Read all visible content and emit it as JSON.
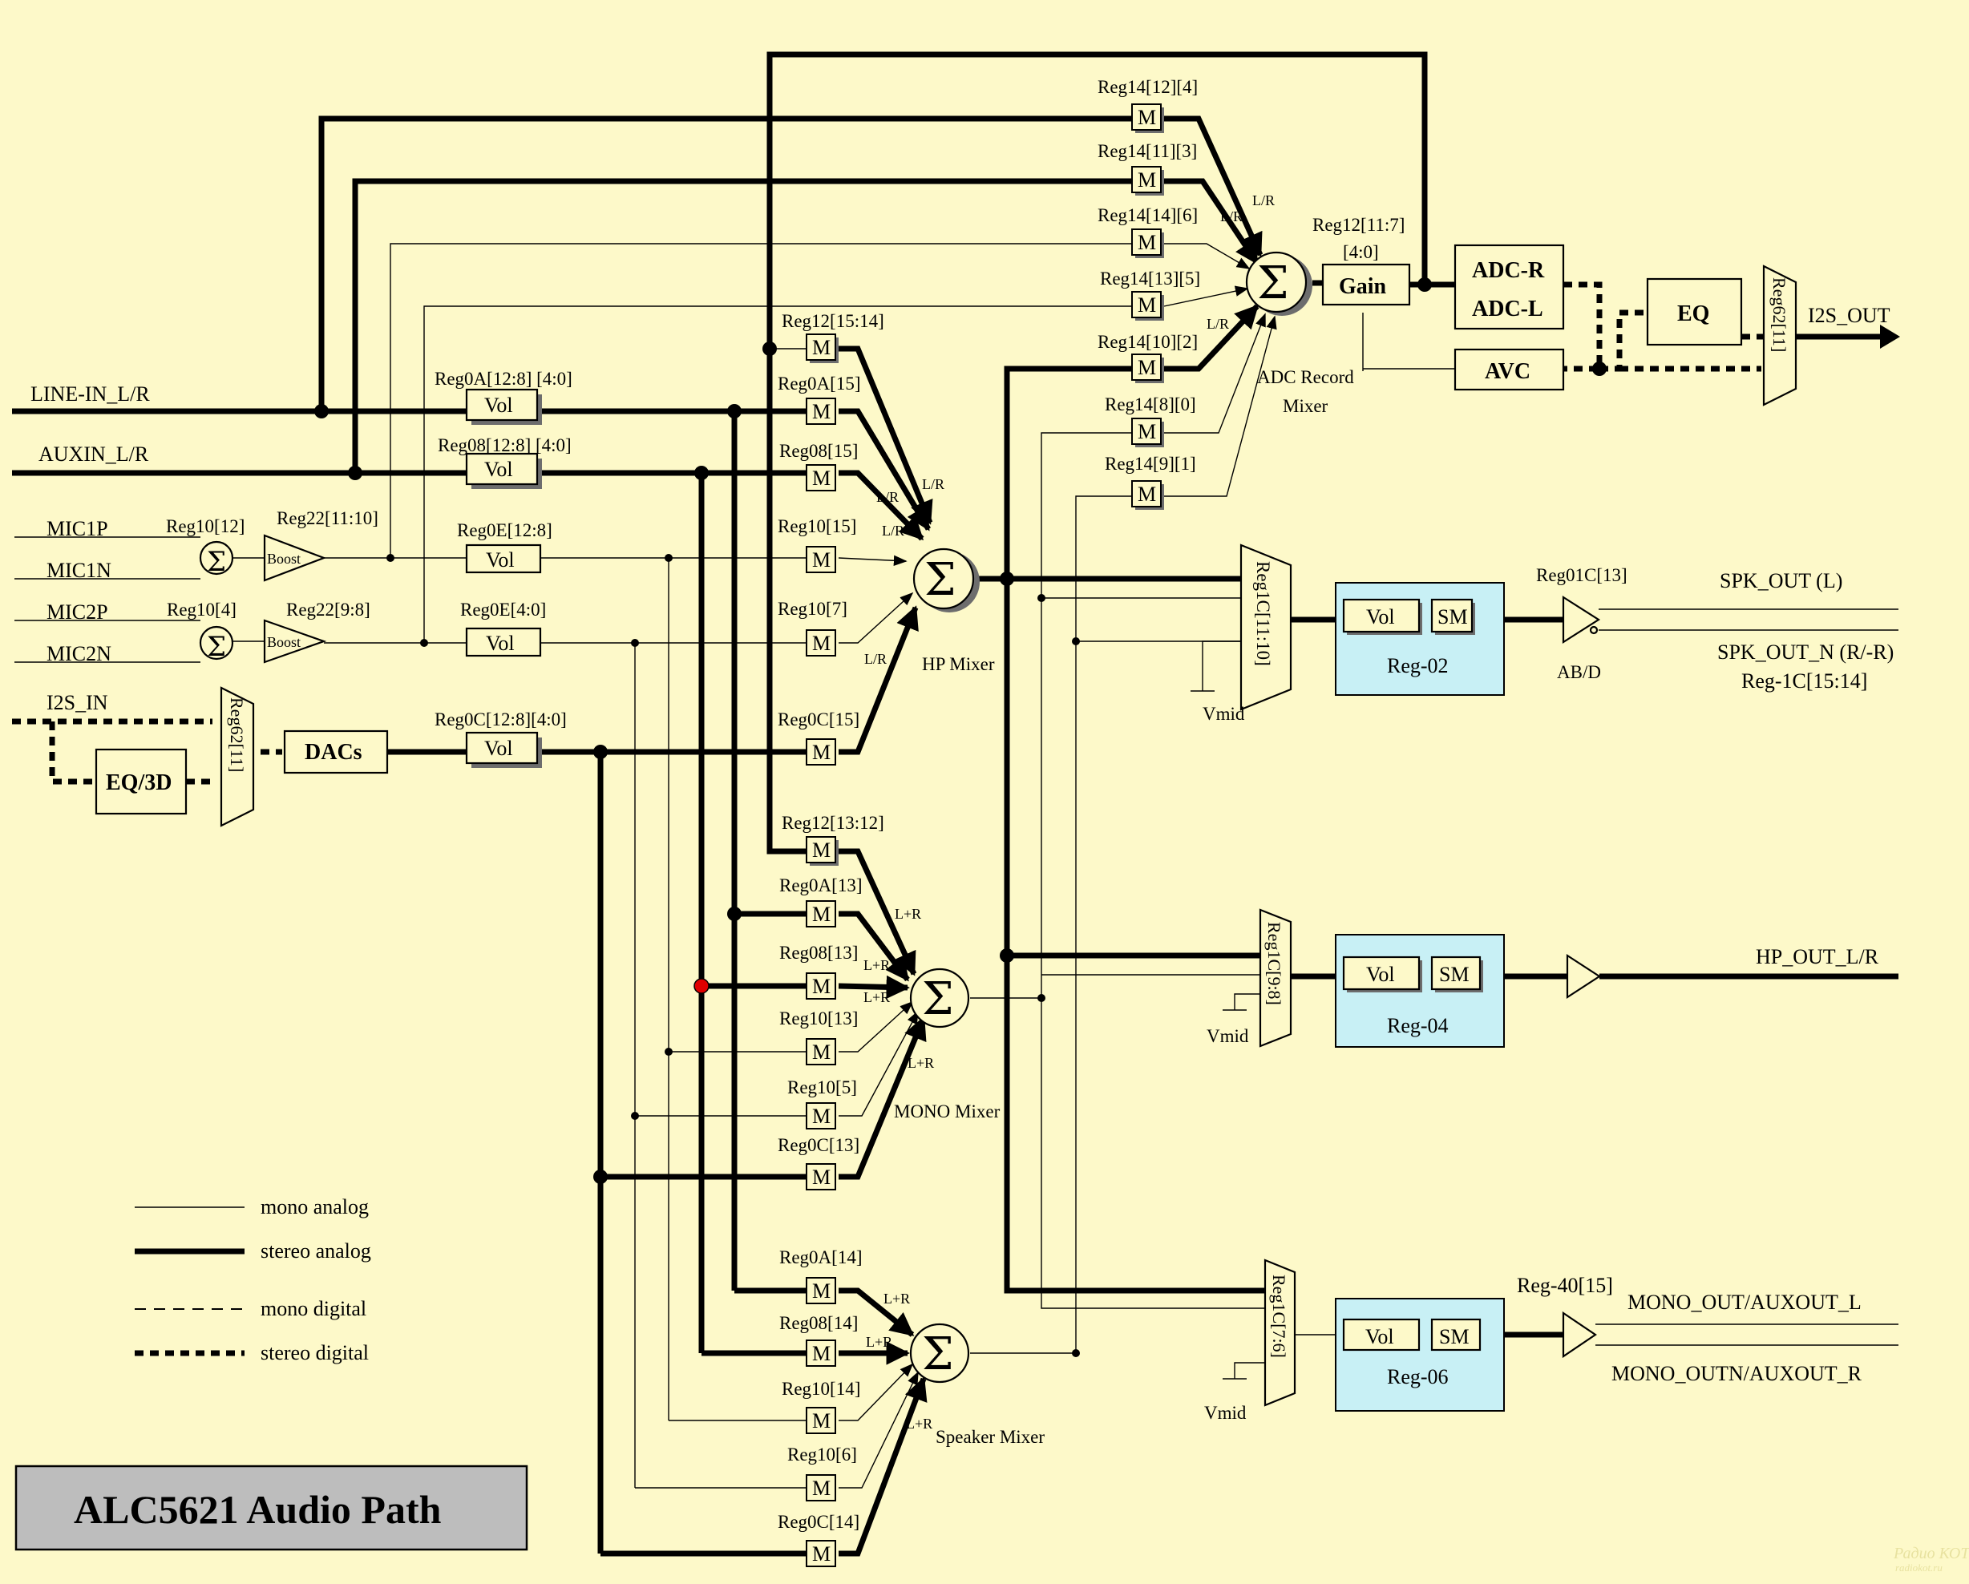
{
  "title": "ALC5621 Audio Path",
  "inputs": {
    "line_in": "LINE-IN_L/R",
    "auxin": "AUXIN_L/R",
    "mic1p": "MIC1P",
    "mic1n": "MIC1N",
    "mic2p": "MIC2P",
    "mic2n": "MIC2N",
    "i2s_in": "I2S_IN"
  },
  "outputs": {
    "i2s_out": "I2S_OUT",
    "spk_out": "SPK_OUT (L)",
    "spk_out_n": "SPK_OUT_N (R/-R)",
    "spk_out_n_reg": "Reg-1C[15:14]",
    "hp_out": "HP_OUT_L/R",
    "mono_out": "MONO_OUT/AUXOUT_L",
    "mono_outn": "MONO_OUTN/AUXOUT_R"
  },
  "blocks": {
    "vol": "Vol",
    "boost": "Boost",
    "mute": "M",
    "sum": "Σ",
    "dacs": "DACs",
    "eq3d": "EQ/3D",
    "eq": "EQ",
    "gain": "Gain",
    "adc_r": "ADC-R",
    "adc_l": "ADC-L",
    "avc": "AVC",
    "sm": "SM",
    "ab_d": "AB/D",
    "vmid": "Vmid",
    "reg62_in": "Reg62[11]",
    "reg62_out": "Reg62[11]",
    "reg1c_spk": "Reg1C[11:10]",
    "reg1c_hp": "Reg1C[9:8]",
    "reg1c_mono": "Reg1C[7:6]",
    "reg02": "Reg-02",
    "reg04": "Reg-04",
    "reg06": "Reg-06",
    "reg01c": "Reg01C[13]",
    "reg40": "Reg-40[15]"
  },
  "mixers": {
    "adc": [
      "ADC Record",
      "Mixer"
    ],
    "hp": "HP Mixer",
    "mono": "MONO Mixer",
    "speaker": "Speaker Mixer"
  },
  "registers": {
    "line_in_vol": "Reg0A[12:8] [4:0]",
    "auxin_vol": "Reg08[12:8] [4:0]",
    "mic1_boost": "Reg10[12]",
    "mic1_boost_gain": "Reg22[11:10]",
    "mic2_boost": "Reg10[4]",
    "mic2_boost_gain": "Reg22[9:8]",
    "mic1_vol": "Reg0E[12:8]",
    "mic2_vol": "Reg0E[4:0]",
    "dac_vol": "Reg0C[12:8][4:0]",
    "gain": "Reg12[11:7]",
    "gain_sub": "[4:0]",
    "adc_mutes": [
      "Reg14[12][4]",
      "Reg14[11][3]",
      "Reg14[14][6]",
      "Reg14[13][5]",
      "Reg14[10][2]",
      "Reg14[8][0]",
      "Reg14[9][1]"
    ],
    "hp_mutes": [
      "Reg12[15:14]",
      "Reg0A[15]",
      "Reg08[15]",
      "Reg10[15]",
      "Reg10[7]",
      "Reg0C[15]"
    ],
    "mono_mutes": [
      "Reg12[13:12]",
      "Reg0A[13]",
      "Reg08[13]",
      "Reg10[13]",
      "Reg10[5]",
      "Reg0C[13]"
    ],
    "spk_mutes": [
      "Reg0A[14]",
      "Reg08[14]",
      "Reg10[14]",
      "Reg10[6]",
      "Reg0C[14]"
    ]
  },
  "channel_tags": {
    "lr": "L/R",
    "lpr": "L+R"
  },
  "legend": {
    "mono_analog": "mono analog",
    "stereo_analog": "stereo analog",
    "mono_digital": "mono digital",
    "stereo_digital": "stereo digital"
  },
  "watermark": [
    "Радио КОТ",
    "radiokot.ru"
  ],
  "colors": {
    "background": "#fdf9c9",
    "register_block": "#c8f0f5",
    "title_box": "#bdbdbd",
    "junction_highlight": "#e00000"
  }
}
